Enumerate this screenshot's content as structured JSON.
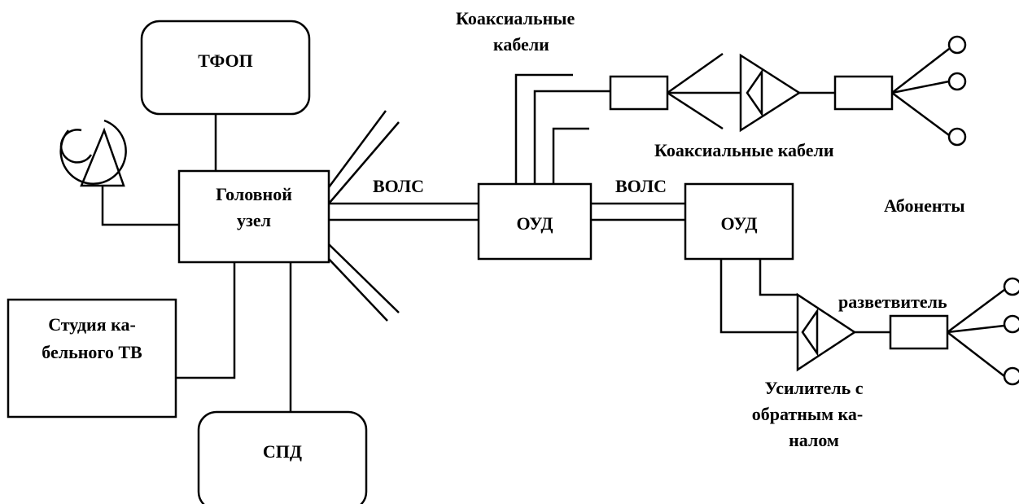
{
  "labels": {
    "tfop": "ТФОП",
    "head_node_1": "Головной",
    "head_node_2": "узел",
    "studio_1": "Студия ка-",
    "studio_2": "бельного ТВ",
    "spd": "СПД",
    "fiber_1": "ВОЛС",
    "fiber_2": "ВОЛС",
    "oud_1": "ОУД",
    "oud_2": "ОУД",
    "coax_top_1": "Коаксиальные",
    "coax_top_2": "кабели",
    "coax_mid": "Коаксиальные кабели",
    "subscribers": "Абоненты",
    "splitter": "разветвитель",
    "amp_1": "Усилитель с",
    "amp_2": "обратным ка-",
    "amp_3": "налом"
  }
}
